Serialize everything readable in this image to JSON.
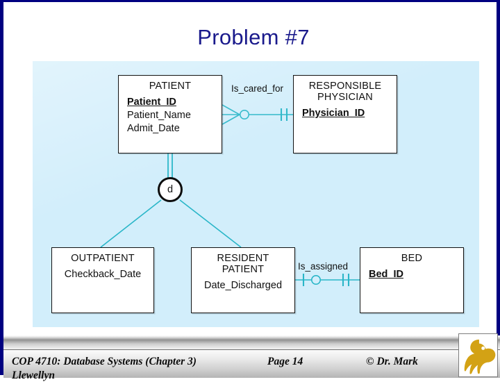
{
  "slide": {
    "title": "Problem #7",
    "title_color": "#1a1a8c",
    "border_color": "#000080",
    "panel_color": "#d2eefb",
    "line_color": "#29b6c8"
  },
  "diagram": {
    "type": "entity-relationship-diagram",
    "notation": "crow's-foot",
    "entities": [
      {
        "id": "patient",
        "name": "PATIENT",
        "attributes": [
          {
            "label": "Patient_ID",
            "key": true
          },
          {
            "label": "Patient_Name",
            "key": false
          },
          {
            "label": "Admit_Date",
            "key": false
          }
        ]
      },
      {
        "id": "responsible-physician",
        "name": "RESPONSIBLE\nPHYSICIAN",
        "attributes": [
          {
            "label": "Physician_ID",
            "key": true
          }
        ]
      },
      {
        "id": "outpatient",
        "name": "OUTPATIENT",
        "attributes": [
          {
            "label": "Checkback_Date",
            "key": false
          }
        ]
      },
      {
        "id": "resident-patient",
        "name": "RESIDENT\nPATIENT",
        "attributes": [
          {
            "label": "Date_Discharged",
            "key": false
          }
        ]
      },
      {
        "id": "bed",
        "name": "BED",
        "attributes": [
          {
            "label": "Bed_ID",
            "key": true
          }
        ]
      }
    ],
    "relationships": [
      {
        "id": "is-cared-for",
        "label": "Is_cared_for",
        "from": "PATIENT",
        "to": "RESPONSIBLE PHYSICIAN",
        "from_cardinality": "zero-or-many",
        "to_cardinality": "exactly-one"
      },
      {
        "id": "is-assigned",
        "label": "Is_assigned",
        "from": "RESIDENT PATIENT",
        "to": "BED",
        "from_cardinality": "zero-or-one",
        "to_cardinality": "exactly-one"
      }
    ],
    "specialization": {
      "id": "disjoint",
      "symbol": "d",
      "meaning": "disjoint",
      "completeness": "total",
      "supertype": "PATIENT",
      "subtypes": [
        "OUTPATIENT",
        "RESIDENT PATIENT"
      ]
    }
  },
  "footer": {
    "course": "COP 4710: Database Systems  (Chapter 3)",
    "page": "Page 14",
    "author": "© Dr. Mark",
    "author_second_line": "Llewellyn",
    "logo_name": "ucf-pegasus-logo",
    "logo_color": "#d3a215"
  }
}
